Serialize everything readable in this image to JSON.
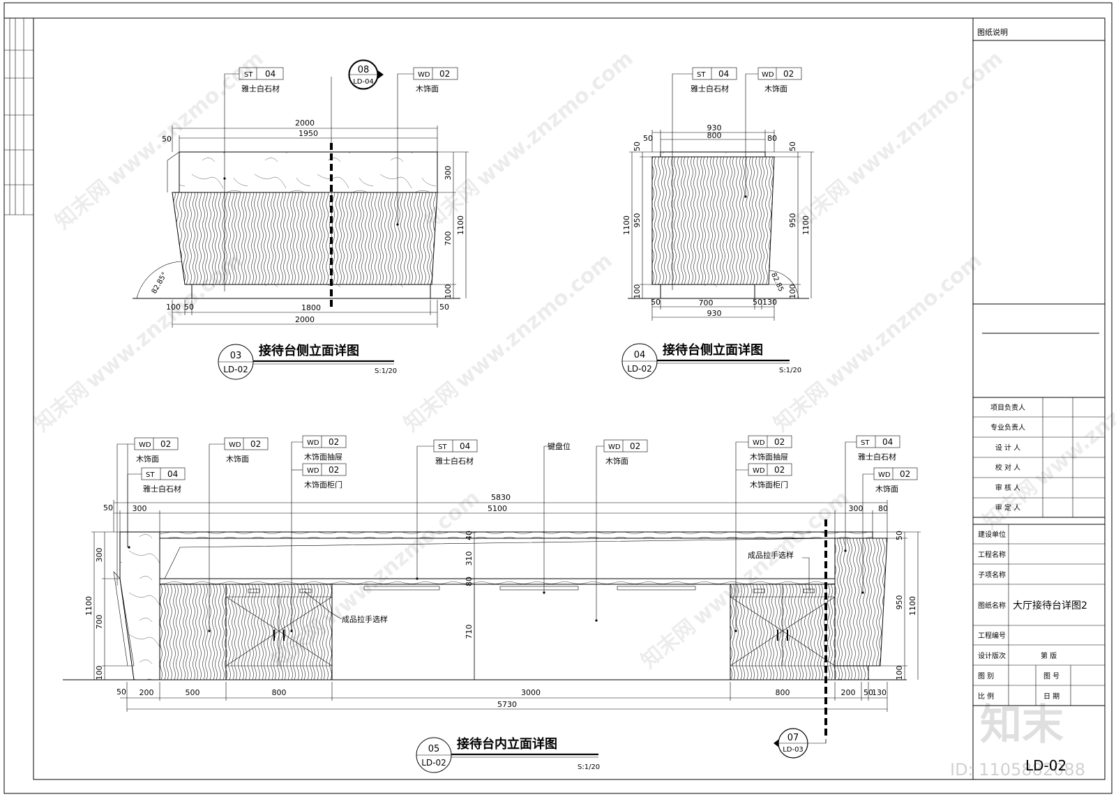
{
  "titleblock": {
    "notes_header": "图纸说明",
    "roles": [
      "项目负责人",
      "专业负责人",
      "设 计 人",
      "校 对 人",
      "审 核 人",
      "审 定 人"
    ],
    "fields": [
      "建设单位",
      "工程名称",
      "子项名称",
      "图纸名称",
      "工程编号",
      "设计版次",
      "图 别",
      "比 例"
    ],
    "drawing_name": "大厅接待台详图2",
    "edition_label": "第 版",
    "drawing_no_label": "图 号",
    "date_label": "日 期",
    "sheet_no": "LD-02"
  },
  "watermark": {
    "brand": "知末",
    "url": "www.znzmo.com",
    "cn": "知末网",
    "id": "ID: 1105882088"
  },
  "view03": {
    "title": "接待台侧立面详图",
    "num": "03",
    "sheet": "LD-02",
    "scale": "S:1/20",
    "tags": [
      {
        "code": "ST",
        "num": "04",
        "desc": "雅士白石材"
      },
      {
        "code": "WD",
        "num": "02",
        "desc": "木饰面"
      }
    ],
    "section": {
      "num": "08",
      "sheet": "LD-04"
    },
    "dims_top": [
      "2000",
      "1950",
      "50"
    ],
    "dims_right": [
      "300",
      "700",
      "100",
      "1100"
    ],
    "dims_bottom": [
      "100",
      "50",
      "1800",
      "50",
      "2000"
    ],
    "angle": "82.85°"
  },
  "view04": {
    "title": "接待台侧立面详图",
    "num": "04",
    "sheet": "LD-02",
    "scale": "S:1/20",
    "tags": [
      {
        "code": "ST",
        "num": "04",
        "desc": "雅士白石材"
      },
      {
        "code": "WD",
        "num": "02",
        "desc": "木饰面"
      }
    ],
    "dims_top": [
      "930",
      "800",
      "50",
      "80"
    ],
    "dims_left": [
      "50",
      "950",
      "1100",
      "100"
    ],
    "dims_right": [
      "50",
      "950",
      "1100",
      "100"
    ],
    "dims_bottom": [
      "50",
      "700",
      "50",
      "130",
      "930"
    ],
    "angle": "82.85"
  },
  "view05": {
    "title": "接待台内立面详图",
    "num": "05",
    "sheet": "LD-02",
    "scale": "S:1/20",
    "tags": [
      {
        "code": "WD",
        "num": "02",
        "desc": "木饰面"
      },
      {
        "code": "ST",
        "num": "04",
        "desc": "雅士白石材"
      },
      {
        "code": "WD",
        "num": "02",
        "desc": "木饰面"
      },
      {
        "code": "WD",
        "num": "02",
        "desc": "木饰面抽屉"
      },
      {
        "code": "WD",
        "num": "02",
        "desc": "木饰面柜门"
      },
      {
        "code": "ST",
        "num": "04",
        "desc": "雅士白石材"
      },
      {
        "code": "WD",
        "num": "02",
        "desc": "木饰面"
      },
      {
        "code": "WD",
        "num": "02",
        "desc": "木饰面抽屉"
      },
      {
        "code": "WD",
        "num": "02",
        "desc": "木饰面柜门"
      },
      {
        "code": "ST",
        "num": "04",
        "desc": "雅士白石材"
      },
      {
        "code": "WD",
        "num": "02",
        "desc": "木饰面"
      }
    ],
    "keyboard": "键盘位",
    "handle1": "成品拉手选样",
    "handle2": "成品拉手选样",
    "section": {
      "num": "07",
      "sheet": "LD-03"
    },
    "dims_top": [
      "5830",
      "50",
      "300",
      "5100",
      "300",
      "80"
    ],
    "dims_left": [
      "300",
      "700",
      "100",
      "1100"
    ],
    "dims_mid": [
      "40",
      "310",
      "80",
      "710"
    ],
    "dims_right": [
      "50",
      "950",
      "100",
      "1100"
    ],
    "dims_bottom": [
      "50",
      "200",
      "500",
      "800",
      "3000",
      "800",
      "200",
      "50",
      "130",
      "5730"
    ]
  }
}
